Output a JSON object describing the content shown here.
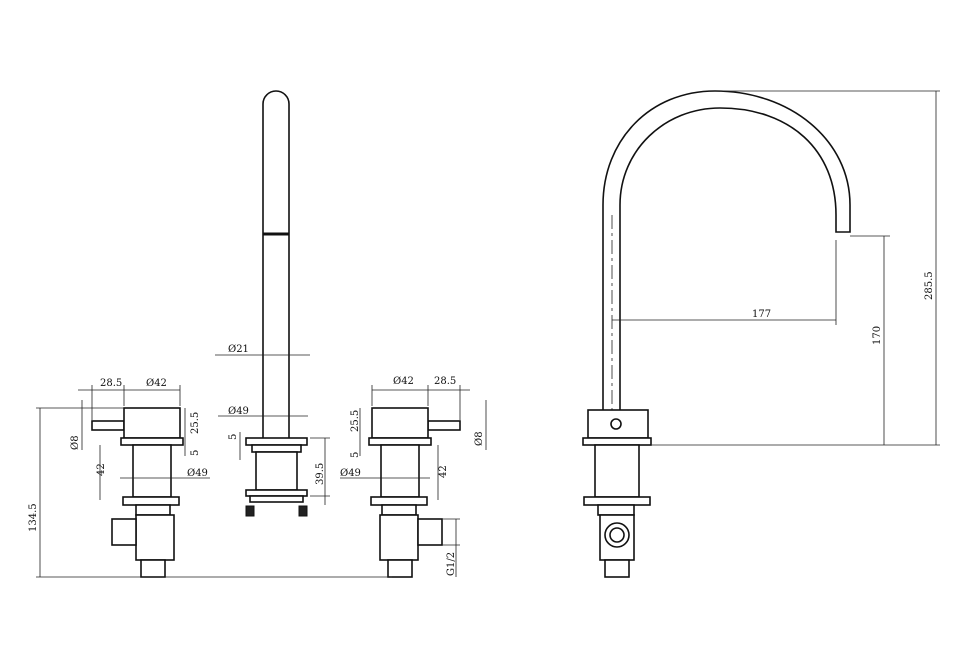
{
  "dimensions": {
    "left_handle_width": "28.5",
    "left_handle_dia": "Ø42",
    "right_handle_dia": "Ø42",
    "right_handle_width": "28.5",
    "spout_dia": "Ø21",
    "spout_base_dia": "Ø49",
    "left_cap_height": "25.5",
    "left_ring": "5",
    "left_lever_dia": "Ø8",
    "left_body_height": "42",
    "left_body_dia": "Ø49",
    "spout_ring": "5",
    "spout_body_height": "39.5",
    "right_cap_height": "25.5",
    "right_ring": "5",
    "right_lever_dia": "Ø8",
    "right_body_height": "42",
    "right_body_dia": "Ø49",
    "overall_height_left": "134.5",
    "thread": "G1/2",
    "reach": "177",
    "spout_clearance": "170",
    "overall_height": "285.5"
  }
}
